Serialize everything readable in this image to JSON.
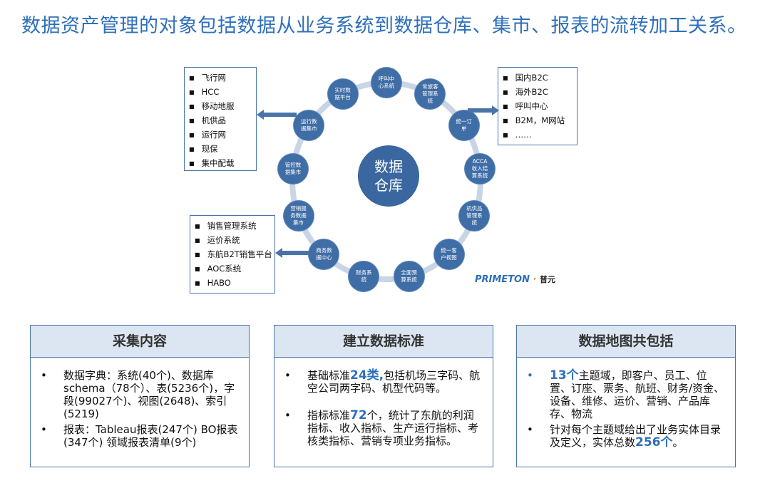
{
  "title": "数据资产管理的对象包括数据从业务系统到数据仓库、集市、报表的流转加工关系。",
  "diagram": {
    "center": "数据\n仓库",
    "ring_nodes": [
      "呼叫中\n心系统",
      "常旅客\n管理系\n统",
      "统一订\n单",
      "ACCA\n收入结\n算系统",
      "机供品\n管理系\n统",
      "统一客\n户视图",
      "全面预\n算系统",
      "财务系\n统",
      "商务数\n据中心",
      "营销服\n务数据\n集市",
      "管控数\n据集市",
      "运行数\n据集市",
      "实时数\n据平台"
    ],
    "left_top_list": [
      "飞行网",
      "HCC",
      "移动地服",
      "机供品",
      "运行网",
      "现保",
      "集中配载"
    ],
    "left_bottom_list": [
      "销售管理系统",
      "运价系统",
      "东航B2T销售平台",
      "AOC系统",
      "HABO"
    ],
    "right_list": [
      "国内B2C",
      "海外B2C",
      "呼叫中心",
      "B2M，M网站",
      "……"
    ],
    "logo_text": "PRIMETON",
    "logo_cn": "普元"
  },
  "cards": [
    {
      "title": "采集内容",
      "items": [
        [
          "数据字典：系统(40个)、数据库schema（78个）、表(5236个)，字段(99027个)、视图(2648)、索引(5219)"
        ],
        [
          "报表：Tableau报表(247个) BO报表(347个) 领域报表清单(9个)"
        ]
      ]
    },
    {
      "title": "建立数据标准",
      "items": [
        [
          "基础标准",
          "24类,",
          "包括机场三字码、航空公司两字码、机型代码等。"
        ],
        [
          "指标标准",
          "72",
          "个，统计了东航的利润指标、收入指标、生产运行指标、考核类指标、营销专项业务指标。"
        ]
      ]
    },
    {
      "title": "数据地图共包括",
      "items": [
        [
          "",
          "13个",
          "主题域，即客户、员工、位置、订座、票务、航班、财务/资金、设备、维修、运价、营销、产品库存、物流"
        ],
        [
          "针对每个主题域给出了业务实体目录及定义，实体总数",
          "256个",
          "。"
        ]
      ]
    }
  ],
  "colors": {
    "accent": "#2f6fba",
    "node": "#3f6da6",
    "card_head": "#dce6f2"
  }
}
